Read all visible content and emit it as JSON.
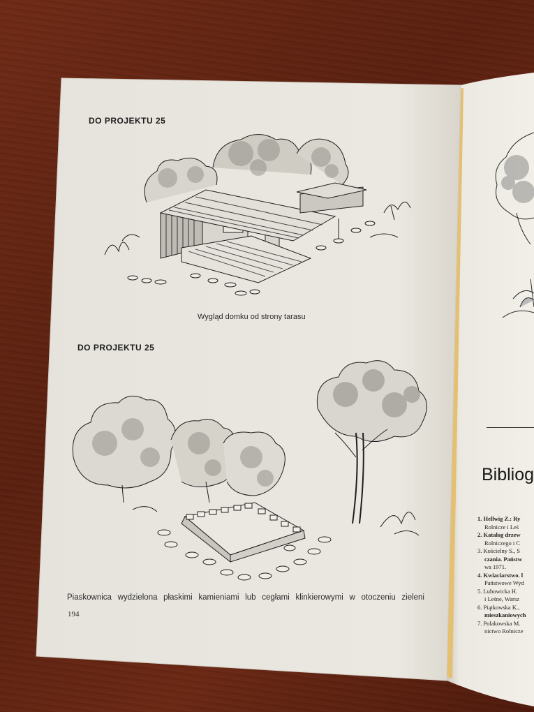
{
  "left_page": {
    "heading_top": "DO PROJEKTU 25",
    "caption_top": "Wygląd domku od strony tarasu",
    "heading_bottom": "DO PROJEKTU 25",
    "caption_bottom": "Piaskownica wydzielona płaskimi kamieniami lub cegłami klinkierowymi w otoczeniu zieleni",
    "page_number": "194"
  },
  "right_page": {
    "section_title": "Bibliog",
    "entries": [
      "1. Hellwig Z.: Ry",
      "Rolnicze i Leś",
      "2. Katalog drzew",
      "Rolniczego i C",
      "3. Kościelny S., S",
      "czania. Państw",
      "wa 1971.",
      "4. Kwiaciarstwo. l",
      "Państwowe Wyd",
      "5. Lubowicka H.",
      "i Leśne, Warsz",
      "6. Piątkowska K.,",
      "mieszkaniowych",
      "7. Polakowska M.",
      "nictwo Rolnicze"
    ]
  },
  "colors": {
    "paper": "#e9e6df",
    "table_wood": "#5e2312",
    "ink": "#1c1c1c"
  }
}
